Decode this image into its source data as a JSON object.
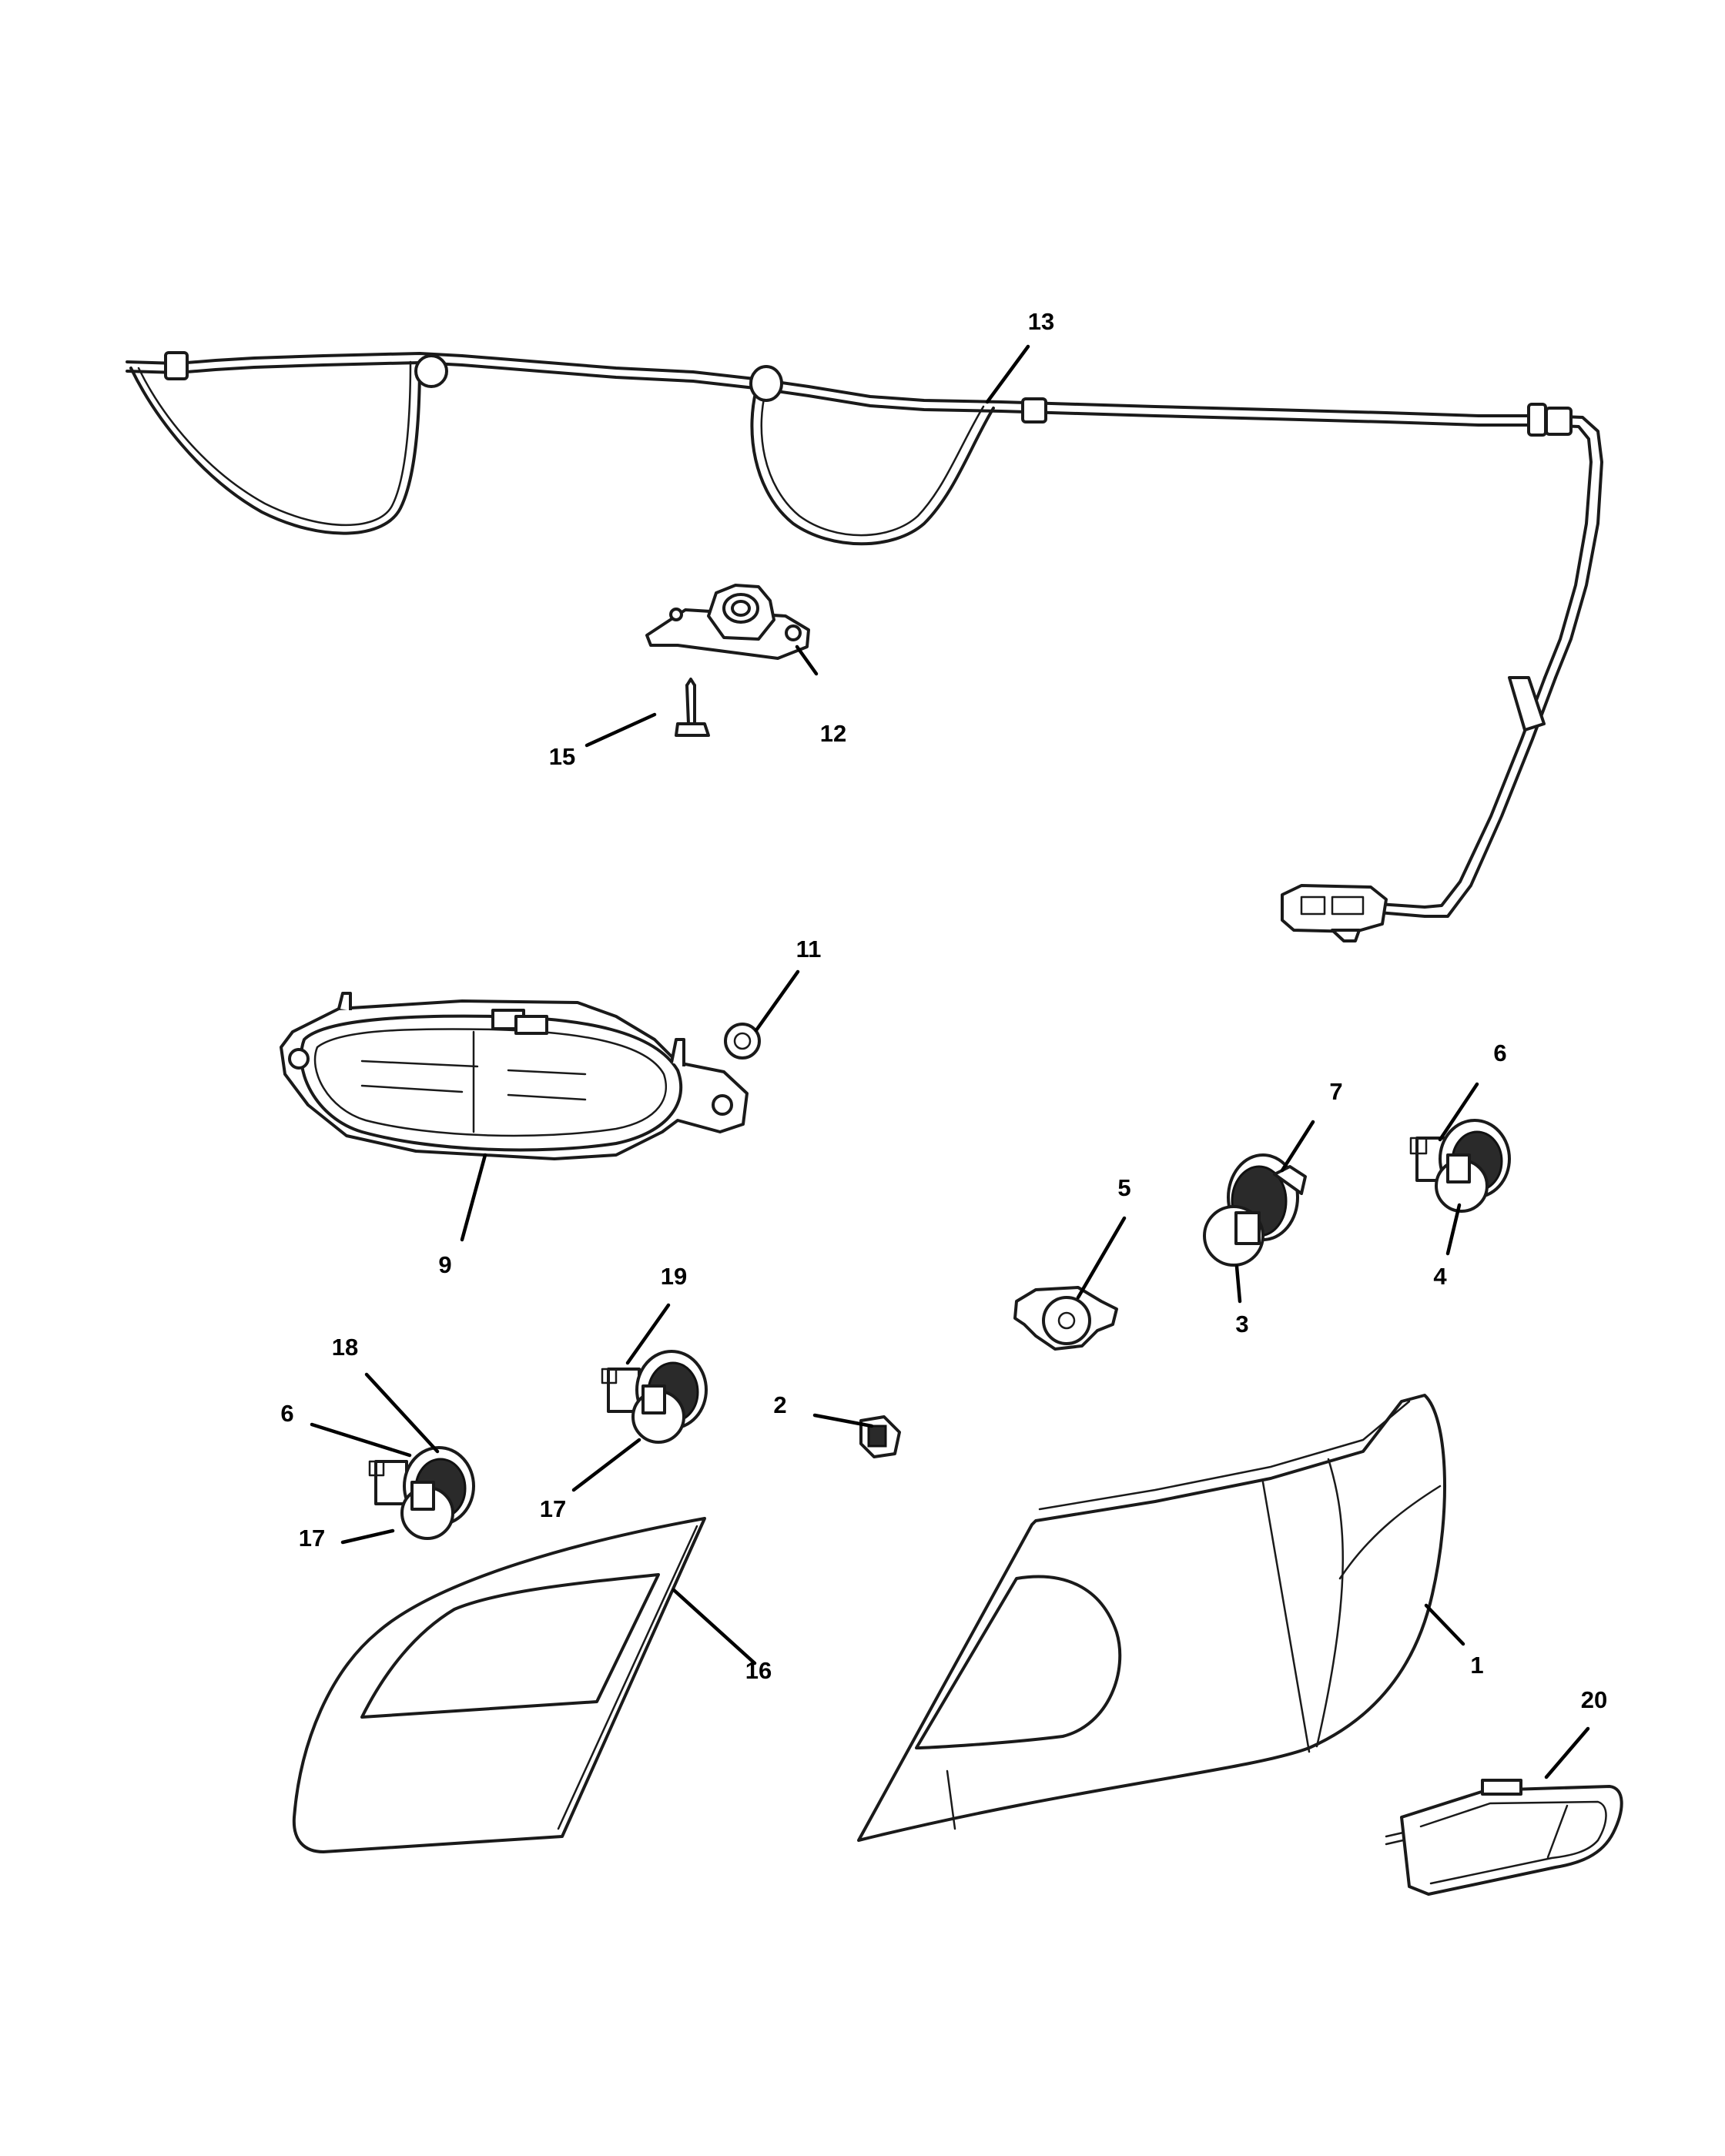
{
  "callouts": {
    "c1": "1",
    "c2": "2",
    "c3": "3",
    "c4": "4",
    "c5": "5",
    "c6a": "6",
    "c6b": "6",
    "c7": "7",
    "c9": "9",
    "c11": "11",
    "c12": "12",
    "c13": "13",
    "c15": "15",
    "c16": "16",
    "c17a": "17",
    "c17b": "17",
    "c18": "18",
    "c19": "19",
    "c20": "20"
  }
}
